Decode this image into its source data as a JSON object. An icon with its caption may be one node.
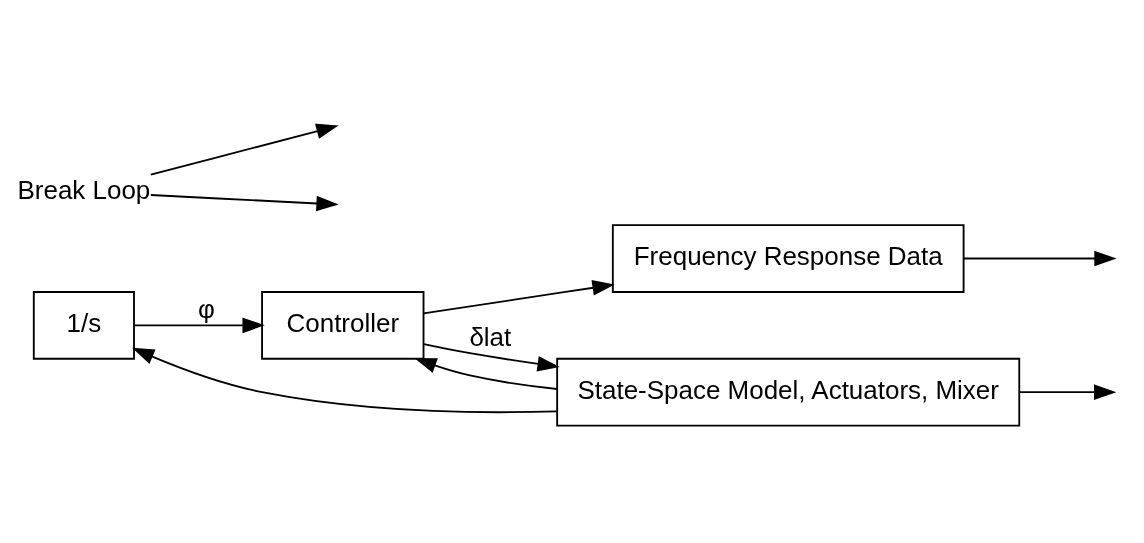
{
  "diagram": {
    "nodes": [
      {
        "text": [
          "1/s"
        ]
      },
      {
        "text": [
          "Controller"
        ]
      },
      {
        "text": [
          "Frequency Response Data"
        ]
      },
      {
        "text": [
          "State-Space Model, Actuators, Mixer"
        ]
      },
      {
        "text": [
          "Break Loop"
        ]
      }
    ],
    "edges": [
      {
        "from": 0,
        "to": 1,
        "arrow": "to",
        "label": "φ"
      },
      {
        "from": 1,
        "to": 3,
        "arrow": "to",
        "label": "δlat"
      },
      {
        "from": 1,
        "to": 2,
        "arrow": "to"
      },
      {
        "from": 2,
        "to": null,
        "arrow": "to"
      },
      {
        "from": 3,
        "to": null,
        "arrow": "to"
      },
      {
        "from": 3,
        "to": 1,
        "arrow": "to"
      },
      {
        "from": 3,
        "to": 0,
        "arrow": "to"
      },
      {
        "from": 4,
        "to": null,
        "arrow": "to"
      },
      {
        "from": 4,
        "to": null,
        "arrow": "to"
      }
    ]
  }
}
